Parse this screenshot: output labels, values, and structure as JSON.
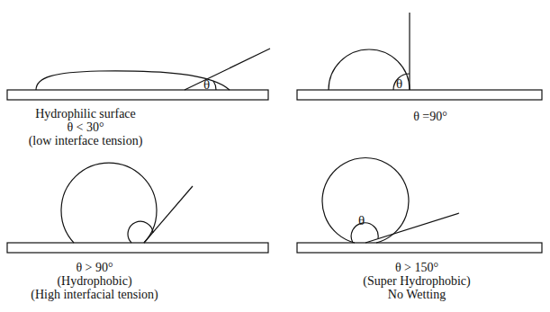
{
  "diagram": {
    "labels": [
      "θ",
      "Hydrophilic surface",
      "θ < 30°",
      "(low interface tension)",
      "θ",
      "θ =90°",
      "θ > 90°",
      "(Hydrophobic)",
      "(High interfacial tension)",
      "θ",
      "θ > 150°",
      "(Super Hydrophobic)",
      "No Wetting"
    ]
  }
}
